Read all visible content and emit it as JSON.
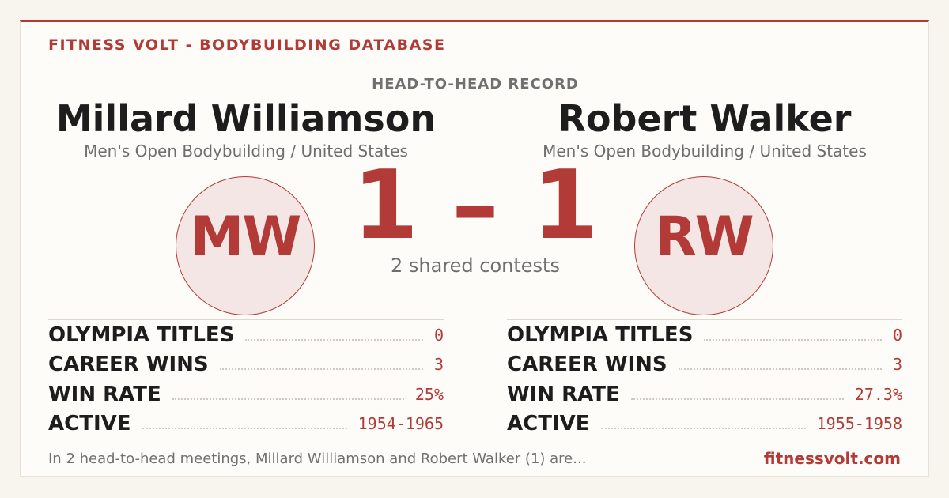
{
  "brand": "FITNESS VOLT - BODYBUILDING DATABASE",
  "section_title": "HEAD-TO-HEAD RECORD",
  "left": {
    "name": "Millard Williamson",
    "subtitle": "Men's Open Bodybuilding / United States",
    "initials": "MW",
    "score": "1",
    "stats": [
      {
        "label": "OLYMPIA TITLES",
        "value": "0"
      },
      {
        "label": "CAREER WINS",
        "value": "3"
      },
      {
        "label": "WIN RATE",
        "value": "25%"
      },
      {
        "label": "ACTIVE",
        "value": "1954-1965"
      }
    ]
  },
  "right": {
    "name": "Robert Walker",
    "subtitle": "Men's Open Bodybuilding / United States",
    "initials": "RW",
    "score": "1",
    "stats": [
      {
        "label": "OLYMPIA TITLES",
        "value": "0"
      },
      {
        "label": "CAREER WINS",
        "value": "3"
      },
      {
        "label": "WIN RATE",
        "value": "27.3%"
      },
      {
        "label": "ACTIVE",
        "value": "1955-1958"
      }
    ]
  },
  "score_separator": "–",
  "shared_contests": "2 shared contests",
  "footer": {
    "summary": "In 2 head-to-head meetings, Millard Williamson and Robert Walker (1) are...",
    "site": "fitnessvolt.com"
  },
  "colors": {
    "accent": "#b23b37",
    "text": "#1d1d1d",
    "muted": "#6e6e6e",
    "background": "#fdfcf8",
    "avatar_fill": "#f5e6e6"
  }
}
